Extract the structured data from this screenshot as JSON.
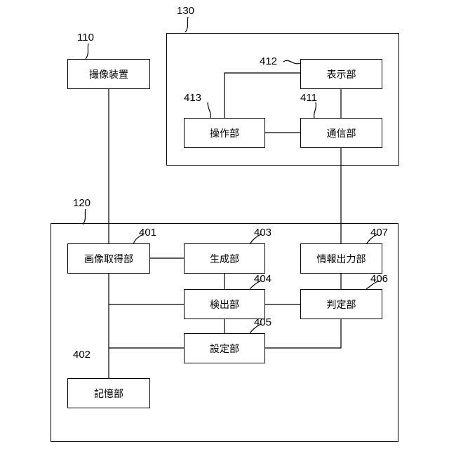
{
  "refs": {
    "r110": "110",
    "r120": "120",
    "r130": "130",
    "r401": "401",
    "r402": "402",
    "r403": "403",
    "r404": "404",
    "r405": "405",
    "r406": "406",
    "r407": "407",
    "r411": "411",
    "r412": "412",
    "r413": "413"
  },
  "blocks": {
    "imaging_device": "撮像装置",
    "display_unit": "表示部",
    "operation_unit": "操作部",
    "communication_unit": "通信部",
    "image_acquisition_unit": "画像取得部",
    "generation_unit": "生成部",
    "info_output_unit": "情報出力部",
    "detection_unit": "検出部",
    "judgment_unit": "判定部",
    "setting_unit": "設定部",
    "storage_unit": "記憶部"
  }
}
